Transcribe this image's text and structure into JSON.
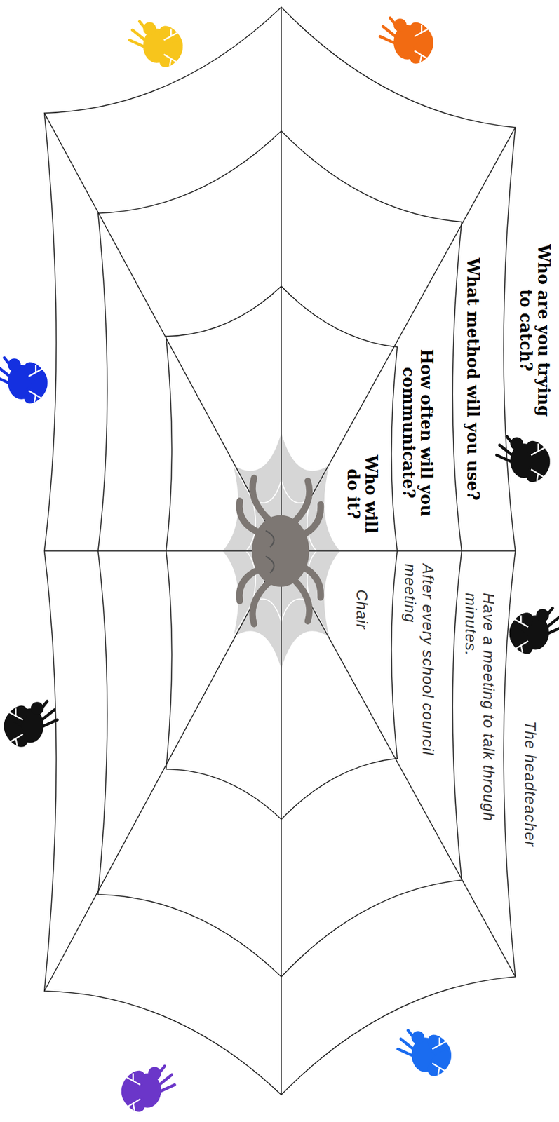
{
  "diagram": {
    "labels": [
      "Who are you trying to catch?",
      "What method will you use?",
      "How often will you communicate?",
      "Who will do it?",
      "The headteacher",
      "Have a meeting to talk through minutes.",
      "After every school council meeting",
      "Chair"
    ]
  }
}
